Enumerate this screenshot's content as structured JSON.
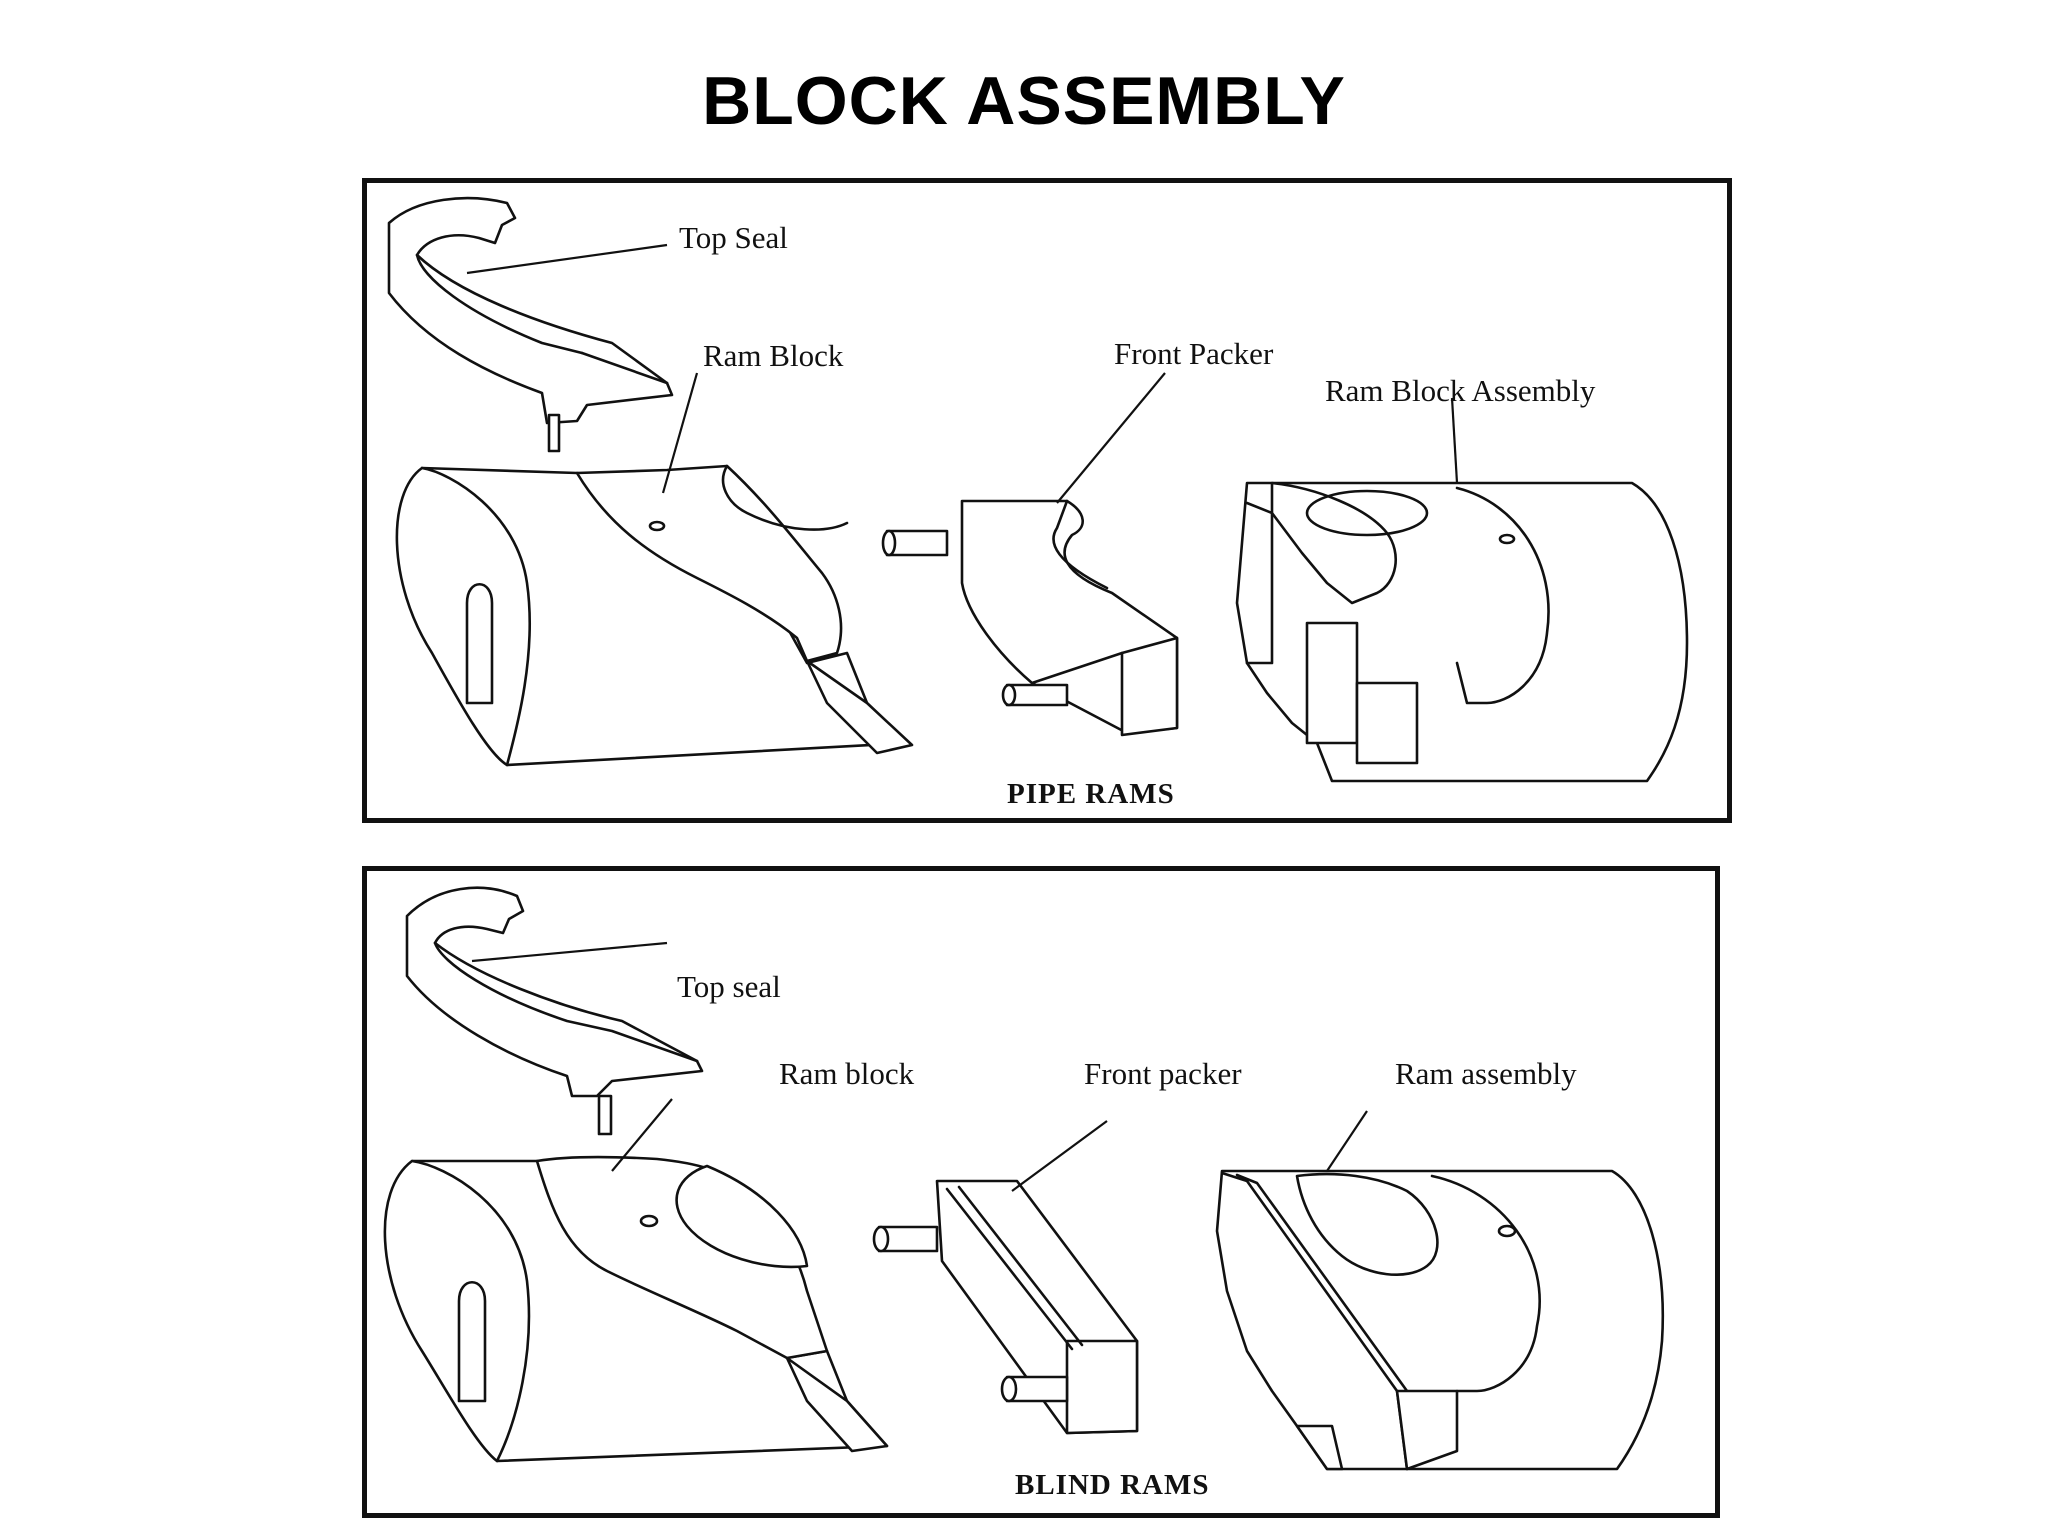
{
  "title": "BLOCK ASSEMBLY",
  "pipe_rams": {
    "caption": "PIPE  RAMS",
    "labels": {
      "top_seal": "Top Seal",
      "ram_block": "Ram Block",
      "front_packer": "Front  Packer",
      "ram_block_assembly": "Ram Block Assembly"
    }
  },
  "blind_rams": {
    "caption": "BLIND RAMS",
    "labels": {
      "top_seal": "Top seal",
      "ram_block": "Ram block",
      "front_packer": "Front packer",
      "ram_assembly": "Ram assembly"
    }
  }
}
